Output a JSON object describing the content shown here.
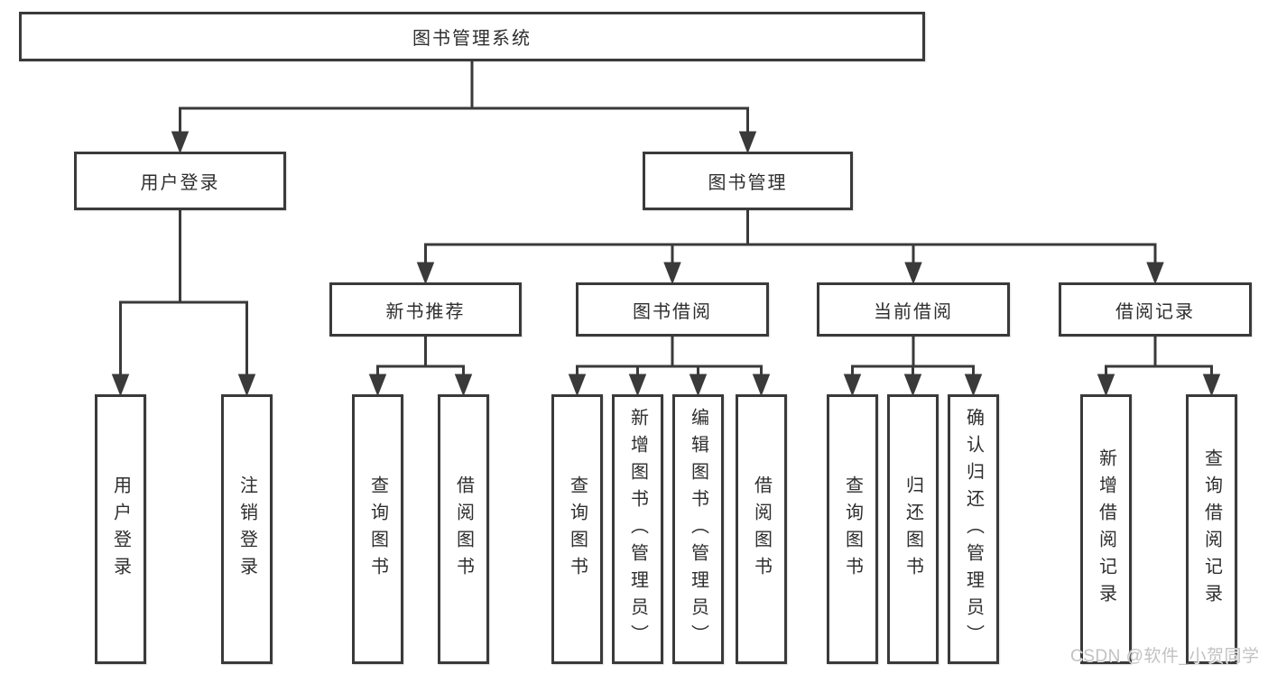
{
  "diagram": {
    "root": "图书管理系统",
    "branches": {
      "user_login": "用户登录",
      "book_management": "图书管理"
    },
    "modules": {
      "new_book_recommend": "新书推荐",
      "book_borrow": "图书借阅",
      "current_borrow": "当前借阅",
      "borrow_record": "借阅记录"
    },
    "leaves": {
      "user_login": "用户登录",
      "logout": "注销登录",
      "recommend_query_book": "查询图书",
      "recommend_borrow_book": "借阅图书",
      "borrow_query_book": "查询图书",
      "borrow_add_book": "新增图书（管理员）",
      "borrow_edit_book": "编辑图书（管理员）",
      "borrow_borrow_book": "借阅图书",
      "current_query_book": "查询图书",
      "current_return_book": "归还图书",
      "current_confirm_return": "确认归还（管理员）",
      "record_add": "新增借阅记录",
      "record_query": "查询借阅记录"
    }
  },
  "watermark": "CSDN @软件_小贺同学",
  "colors": {
    "line": "#3a3a3a",
    "box_border": "#3a3a3a",
    "box_fill": "#ffffff",
    "text": "#2e2e2e",
    "watermark": "#c2c2c2",
    "background": "#ffffff"
  }
}
